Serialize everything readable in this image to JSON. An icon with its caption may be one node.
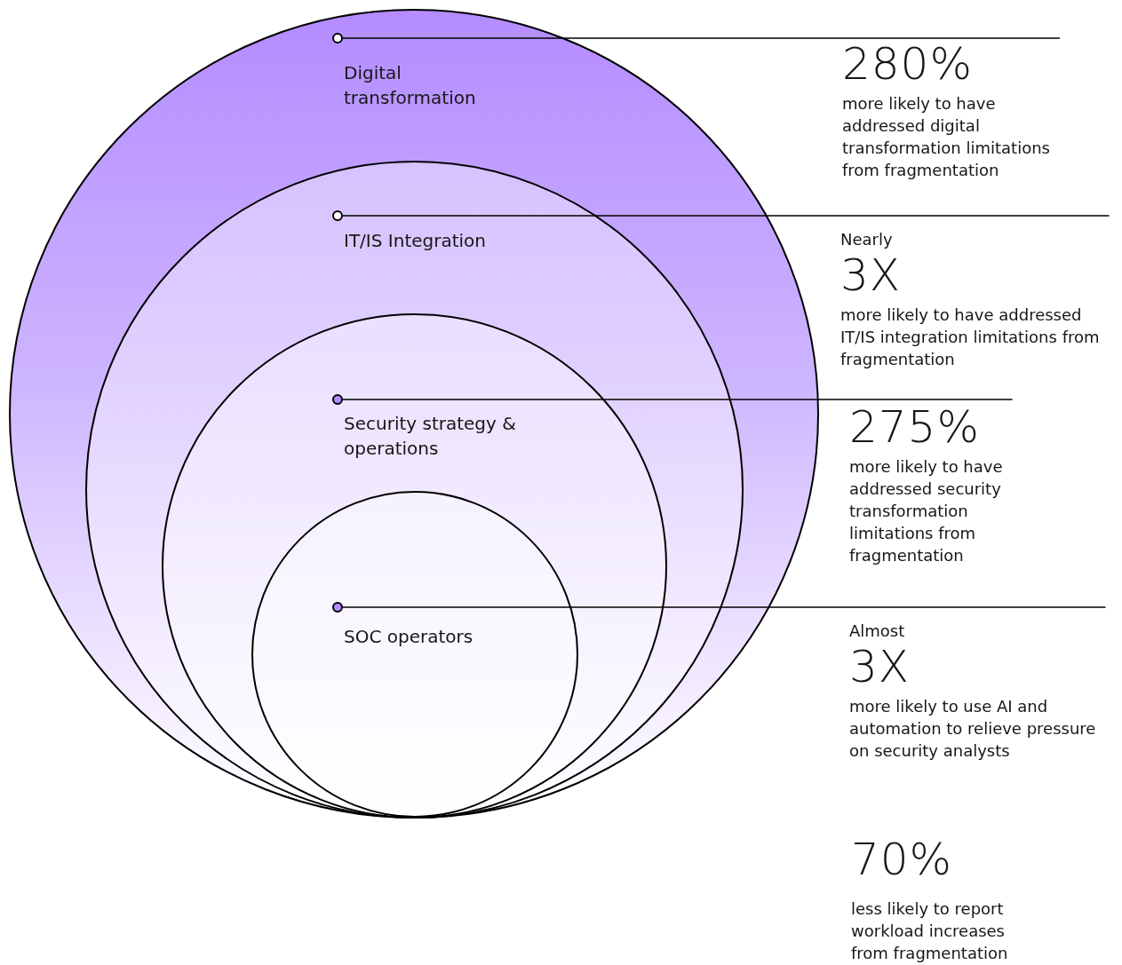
{
  "diagram": {
    "nodes": [
      {
        "text": [
          "Digital transformation"
        ]
      },
      {
        "text": [
          "IT/IS Integration"
        ],
        "in": 0
      },
      {
        "text": [
          "Security strategy & operations"
        ],
        "in": 1
      },
      {
        "text": [
          "SOC operators"
        ],
        "in": 2
      },
      {
        "text": [
          "280%",
          "more likely to have addressed digital transformation limitations from fragmentation"
        ]
      },
      {
        "text": [
          "Nearly",
          "3X",
          "more likely to have addressed IT/IS integration limitations from fragmentation"
        ]
      },
      {
        "text": [
          "275%",
          "more likely to have addressed security transformation limitations from fragmentation"
        ]
      },
      {
        "text": [
          "Almost",
          "3X",
          "more likely to use AI and automation to relieve pressure on security analysts"
        ]
      }
    ],
    "edges": [
      {
        "from": 0,
        "to": 4,
        "arrow": "other"
      },
      {
        "from": 1,
        "to": 5,
        "arrow": "other"
      },
      {
        "from": 2,
        "to": 6,
        "arrow": "other"
      },
      {
        "from": 3,
        "to": 7,
        "arrow": "other"
      }
    ],
    "labels": [
      "70%",
      "less likely to report workload increases from fragmentation"
    ]
  }
}
